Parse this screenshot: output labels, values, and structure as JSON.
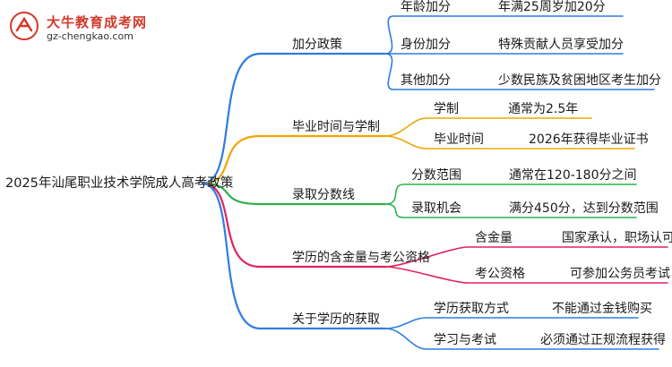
{
  "logo": {
    "title": "大牛教育成考网",
    "url": "gz-chengkao.com"
  },
  "root": "2025年汕尾职业技术学院成人高考政策",
  "branches": [
    {
      "label": "加分政策",
      "color": "#2f7ce0",
      "children": [
        {
          "key": "年龄加分",
          "value": "年满25周岁加20分"
        },
        {
          "key": "身份加分",
          "value": "特殊贡献人员享受加分"
        },
        {
          "key": "其他加分",
          "value": "少数民族及贫困地区考生加分"
        }
      ]
    },
    {
      "label": "毕业时间与学制",
      "color": "#f0a500",
      "children": [
        {
          "key": "学制",
          "value": "通常为2.5年"
        },
        {
          "key": "毕业时间",
          "value": "2026年获得毕业证书"
        }
      ]
    },
    {
      "label": "录取分数线",
      "color": "#2bb24c",
      "children": [
        {
          "key": "分数范围",
          "value": "通常在120-180分之间"
        },
        {
          "key": "录取机会",
          "value": "满分450分，达到分数范围"
        }
      ]
    },
    {
      "label": "学历的含金量与考公资格",
      "color": "#e0245e",
      "children": [
        {
          "key": "含金量",
          "value": "国家承认，职场认可"
        },
        {
          "key": "考公资格",
          "value": "可参加公务员考试"
        }
      ]
    },
    {
      "label": "关于学历的获取",
      "color": "#2f7ce0",
      "children": [
        {
          "key": "学历获取方式",
          "value": "不能通过金钱购买"
        },
        {
          "key": "学习与考试",
          "value": "必须通过正规流程获得"
        }
      ]
    }
  ]
}
